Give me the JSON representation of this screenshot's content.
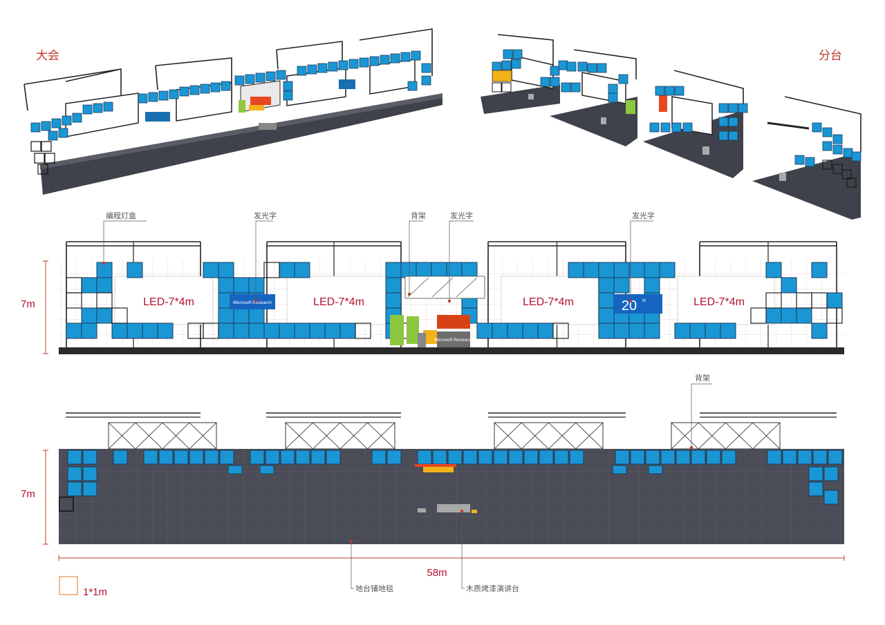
{
  "labels": {
    "main_stage": "大会",
    "sub_stage": "分台",
    "height_front": "7m",
    "height_plan": "7m",
    "width": "58m",
    "scale_unit": "1*1m",
    "led_screen": "LED-7*4m",
    "callout_program_lightbox": "编程灯盒",
    "callout_glow_text_1": "发光字",
    "callout_backframe_front": "背架",
    "callout_glow_text_2": "发光字",
    "callout_glow_text_3": "发光字",
    "callout_backframe_plan": "背架",
    "callout_carpet": "地台铺地毯",
    "callout_podium": "木质烤漆演讲台"
  },
  "screens": {
    "logo_text": "Microsoft Research",
    "podium_text": "Microsoft Research",
    "anniversary_number": "20",
    "anniversary_suffix": "th"
  },
  "colors": {
    "cube_blue": "#1a96d4",
    "cube_outline": "#1d3a57",
    "stage_grey": "#4a4d57",
    "truss": "#333333",
    "accent_red": "#c0392b",
    "green_panel": "#8dc63f",
    "orange_panel": "#e8471f",
    "yellow_panel": "#f3b21a"
  }
}
